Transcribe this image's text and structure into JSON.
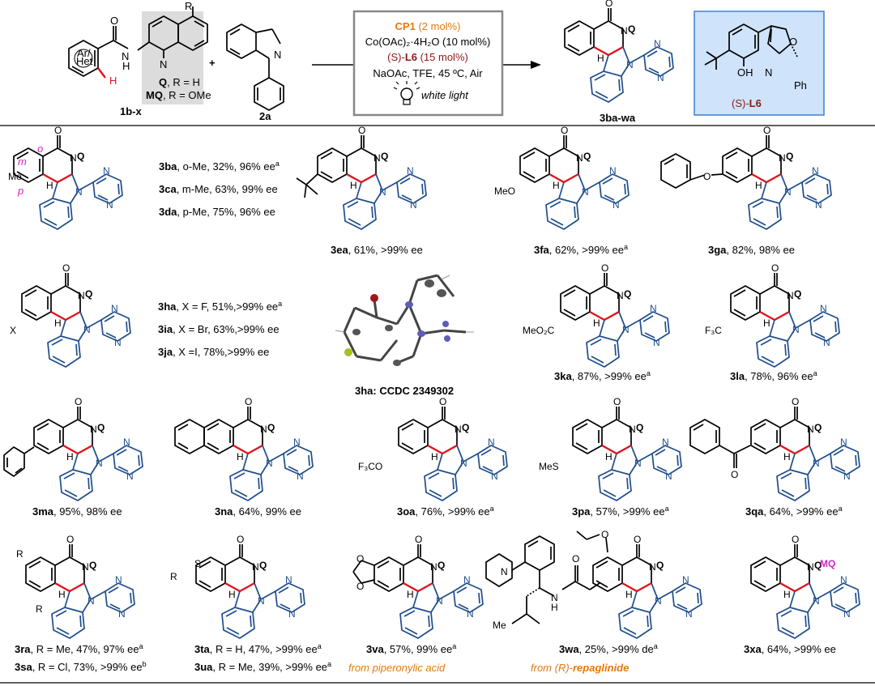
{
  "header": {
    "substrate_label": "1b-x",
    "q_def": [
      "Q",
      ", R = H"
    ],
    "mq_def": [
      "MQ",
      ", R = OMe"
    ],
    "r_label": "R",
    "n_label": "N",
    "nh_label": "N",
    "h_label": "H",
    "arhet_top": "Ar/",
    "arhet_bot": "Het",
    "plus": "+",
    "reagent_label": "2a",
    "conditions": {
      "line1_bold": "CP1",
      "line1_rest": " (2 mol%)",
      "line2": "Co(OAc)₂·4H₂O (10 mol%)",
      "line3_pre": "(S)-",
      "line3_bold": "L6",
      "line3_rest": " (15 mol%)",
      "line4": "NaOAc, TFE, 45 ºC, Air",
      "line5": "white light"
    },
    "product_label": "3ba-wa",
    "ligand": {
      "label_pre": "(S)-",
      "label_bold": "L6",
      "oh": "OH",
      "n": "N",
      "o": "O",
      "ph": "Ph",
      "color": "#cfe3fa"
    }
  },
  "products": [
    {
      "id": "3ba",
      "text": ", o-Me, 32%, 96% ee",
      "sup": "a"
    },
    {
      "id": "3ca",
      "text": ", m-Me, 63%, 99% ee",
      "sup": ""
    },
    {
      "id": "3da",
      "text": ", p-Me, 75%, 96% ee",
      "sup": ""
    },
    {
      "id": "3ea",
      "text": ", 61%, >99% ee",
      "sup": ""
    },
    {
      "id": "3fa",
      "text": ", 62%, >99% ee",
      "sup": "a"
    },
    {
      "id": "3ga",
      "text": ", 82%, 98% ee",
      "sup": ""
    },
    {
      "id": "3ha",
      "text": ",  X = F, 51%,>99% ee",
      "sup": "a"
    },
    {
      "id": "3ia",
      "text": ", X = Br, 63%,>99% ee",
      "sup": ""
    },
    {
      "id": "3ja",
      "text": ", X =I, 78%,>99% ee",
      "sup": ""
    },
    {
      "id": "3ka",
      "text": ", 87%, >99% ee",
      "sup": "a"
    },
    {
      "id": "3la",
      "text": ", 78%, 96% ee",
      "sup": "a"
    },
    {
      "id": "3ma",
      "text": ", 95%, 98% ee",
      "sup": ""
    },
    {
      "id": "3na",
      "text": ", 64%, 99% ee",
      "sup": ""
    },
    {
      "id": "3oa",
      "text": ", 76%, >99% ee",
      "sup": "a"
    },
    {
      "id": "3pa",
      "text": ", 57%, >99% ee",
      "sup": "a"
    },
    {
      "id": "3qa",
      "text": ", 64%, >99% ee",
      "sup": "a"
    },
    {
      "id": "3ra",
      "text": ", R = Me, 47%, 97% ee",
      "sup": "a"
    },
    {
      "id": "3sa",
      "text": ", R = Cl, 73%, >99% ee",
      "sup": "b"
    },
    {
      "id": "3ta",
      "text": ", R = H, 47%, >99% ee",
      "sup": "a"
    },
    {
      "id": "3ua",
      "text": ", R = Me, 39%, >99% ee",
      "sup": "a"
    },
    {
      "id": "3va",
      "text": ", 57%, 99% ee",
      "sup": "a"
    },
    {
      "id": "3wa",
      "text": ", 25%, >99% de",
      "sup": "a"
    },
    {
      "id": "3xa",
      "text": ", 64%, >99% ee",
      "sup": ""
    }
  ],
  "xray_caption": "3ha: CCDC 2349302",
  "notes": {
    "from_piperonylic": "from piperonylic acid",
    "from_repaglinide_pre": "from (R)-",
    "from_repaglinide_bold": "repaglinide"
  },
  "atom_labels": {
    "o": "O",
    "n": "N",
    "q": "Q",
    "mq": "MQ",
    "h": "H",
    "me": "Me",
    "meo": "MeO",
    "x": "X",
    "meo2c": "MeO₂C",
    "f3c": "F₃C",
    "f3co": "F₃CO",
    "mes": "MeS",
    "r": "R",
    "s": "S",
    "ome_o": "o",
    "ome_m": "m",
    "ome_p": "p"
  },
  "colors": {
    "red_bond": "#e0141c",
    "blue_bond": "#1f4e8c",
    "orange": "#e27a11",
    "magenta": "#d427c8"
  }
}
